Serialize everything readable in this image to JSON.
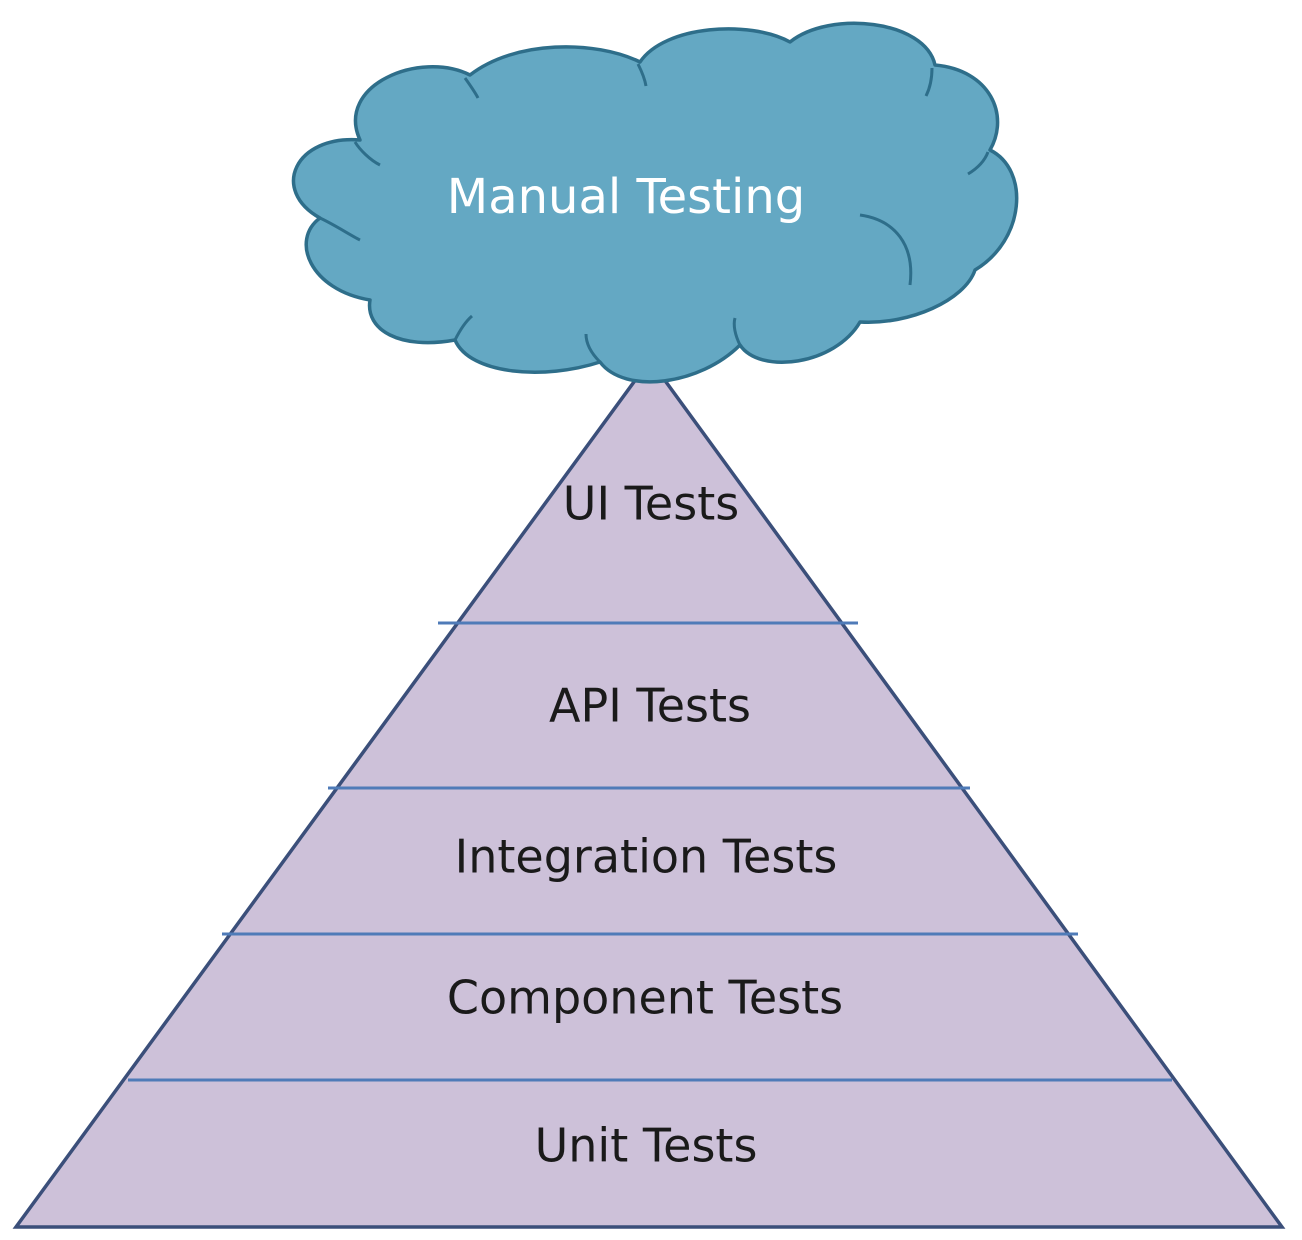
{
  "cloud": {
    "label": "Manual Testing",
    "fill": "#64a8c3",
    "stroke": "#2e6e8a",
    "text_color": "#ffffff"
  },
  "pyramid": {
    "fill": "#cdc1d9",
    "stroke": "#3b4f7a",
    "divider_color": "#4f7bb8",
    "layers": [
      {
        "label": "UI Tests"
      },
      {
        "label": "API Tests"
      },
      {
        "label": "Integration Tests"
      },
      {
        "label": "Component Tests"
      },
      {
        "label": "Unit Tests"
      }
    ]
  }
}
